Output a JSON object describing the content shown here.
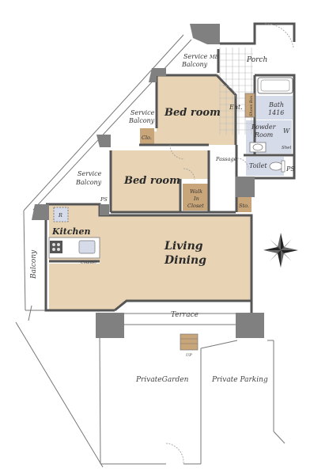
{
  "rooms": {
    "bed_room_1": "Bed room",
    "bed_room_2": "Bed room",
    "living": "Living",
    "dining": "Dining",
    "kitchen": "Kitchen",
    "porch": "Porch",
    "bath": "Bath",
    "bath_size": "1416",
    "powder_room": "Powder",
    "powder_room_2": "Room",
    "toilet": "Toilet",
    "terrace": "Terrace",
    "private_garden": "PrivateGarden",
    "private_parking": "Private Parking",
    "balcony": "Balcony",
    "service_balcony_top": "Service",
    "service_balcony_top_2": "Balcony",
    "service_balcony_mid": "Service",
    "service_balcony_mid_2": "Balcony",
    "service_balcony_low": "Service",
    "service_balcony_low_2": "Balcony",
    "walk_in_closet_1": "Walk",
    "walk_in_closet_2": "In",
    "walk_in_closet_3": "Closet"
  },
  "small_labels": {
    "mb": "MB",
    "ent": "Ent.",
    "shoes_box": "Shoes Box",
    "w": "W",
    "shel": "Shel",
    "ps_right": "PS",
    "ps_left": "PS",
    "passage": "Passage",
    "clo": "Clo.",
    "sto": "Sto.",
    "r": "R",
    "counter": "Counter",
    "up": "UP"
  },
  "colors": {
    "room_fill": "#e8d4b4",
    "closet_fill": "#c9a57a",
    "wet_fill": "#d6dbe9",
    "tile": "#bbbbbb",
    "pillar": "#808080"
  }
}
